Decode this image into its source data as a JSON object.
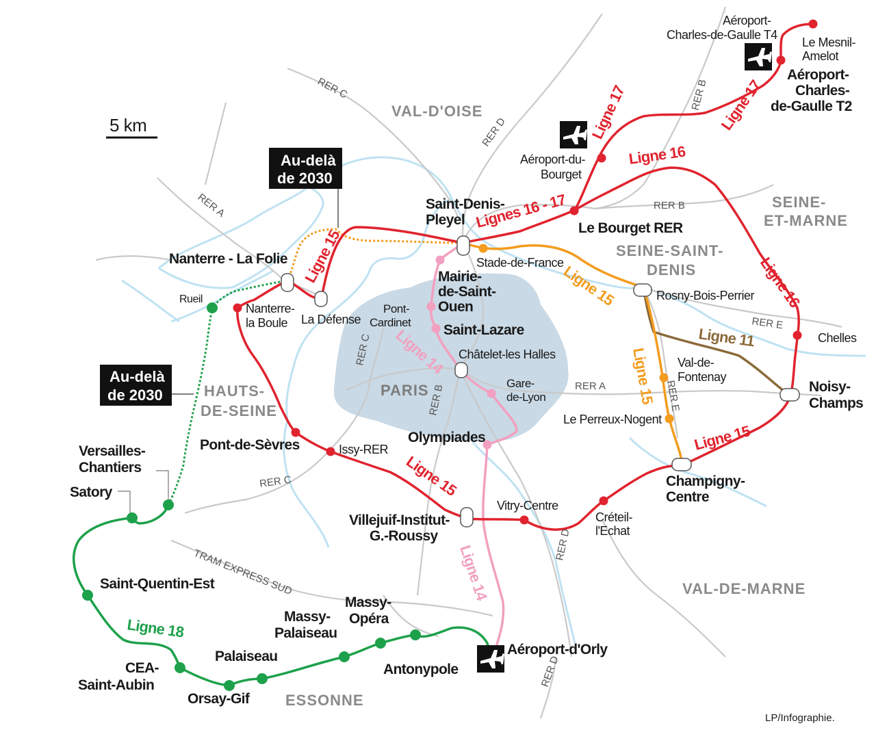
{
  "colors": {
    "ligne15": "#e0232e",
    "ligne15_future": "#f39c1f",
    "ligne16_17": "#e0232e",
    "ligne18": "#1da14b",
    "ligne14": "#f2a0c0",
    "ligne11": "#8b6a3a",
    "rer": "#c9c9c9",
    "seine": "#bfe2f2",
    "paris": "#c9d9e5"
  },
  "scale": {
    "label": "5 km"
  },
  "departments": {
    "val_d_oise": "VAL-D'OISE",
    "seine_et_marne_1": "SEINE-",
    "seine_et_marne_2": "ET-MARNE",
    "seine_saint_denis_1": "SEINE-SAINT-",
    "seine_saint_denis_2": "DENIS",
    "hauts_de_seine_1": "HAUTS-",
    "hauts_de_seine_2": "DE-SEINE",
    "paris": "PARIS",
    "val_de_marne": "VAL-DE-MARNE",
    "essonne": "ESSONNE"
  },
  "rer_labels": {
    "rer_c_north": "RER C",
    "rer_d_north": "RER D",
    "rer_b_north": "RER B",
    "rer_a_west": "RER A",
    "rer_b_east": "RER B",
    "rer_e_east": "RER E",
    "rer_c_paris": "RER C",
    "rer_b_paris": "RER B",
    "rer_a_paris": "RER A",
    "rer_e_south": "RER E",
    "rer_c_south": "RER C",
    "rer_d_south": "RER D",
    "rer_d_mid": "RER D",
    "tram_express": "TRAM EXPRESS SUD"
  },
  "line_labels": {
    "ligne17_a": "Ligne 17",
    "ligne17_b": "Ligne 17",
    "ligne16_a": "Ligne 16",
    "ligne16_b": "Ligne 16",
    "lignes16_17": "Lignes 16 - 17",
    "ligne15_west": "Ligne 15",
    "ligne15_east_orange": "Ligne 15",
    "ligne15_east_vert": "Ligne 15",
    "ligne15_se": "Ligne 15",
    "ligne15_south": "Ligne 15",
    "ligne11": "Ligne 11",
    "ligne14_a": "Ligne 14",
    "ligne14_b": "Ligne 14",
    "ligne18": "Ligne 18"
  },
  "boxes": {
    "box1_line1": "Au-delà",
    "box1_line2": "de 2030",
    "box2_line1": "Au-delà",
    "box2_line2": "de 2030"
  },
  "stations": {
    "cdg_t4_1": "Aéroport-",
    "cdg_t4_2": "Charles-de-Gaulle T4",
    "mesnil_1": "Le Mesnil-",
    "mesnil_2": "Amelot",
    "cdg_t2_1": "Aéroport-",
    "cdg_t2_2": "Charles-",
    "cdg_t2_3": "de-Gaulle T2",
    "bourget_aero_1": "Aéroport-du-",
    "bourget_aero_2": "Bourget",
    "st_denis_1": "Saint-Denis-",
    "st_denis_2": "Pleyel",
    "bourget_rer": "Le Bourget RER",
    "stade": "Stade-de-France",
    "mairie_1": "Mairie-",
    "mairie_2": "de-Saint-",
    "mairie_3": "Ouen",
    "nanterre_folie": "Nanterre - La Folie",
    "rueil": "Rueil",
    "nanterre_boule_1": "Nanterre-",
    "nanterre_boule_2": "la Boule",
    "la_defense": "La Défense",
    "pont_cardinet_1": "Pont-",
    "pont_cardinet_2": "Cardinet",
    "st_lazare": "Saint-Lazare",
    "rosny": "Rosny-Bois-Perrier",
    "chelles": "Chelles",
    "chatelet": "Châtelet-les Halles",
    "val_fontenay_1": "Val-de-",
    "val_fontenay_2": "Fontenay",
    "gare_lyon_1": "Gare-",
    "gare_lyon_2": "de-Lyon",
    "noisy_1": "Noisy-",
    "noisy_2": "Champs",
    "perreux": "Le Perreux-Nogent",
    "pont_sevres": "Pont-de-Sèvres",
    "issy": "Issy-RER",
    "olympiades": "Olympiades",
    "versailles_1": "Versailles-",
    "versailles_2": "Chantiers",
    "satory": "Satory",
    "champigny_1": "Champigny-",
    "champigny_2": "Centre",
    "villejuif_1": "Villejuif-Institut-",
    "villejuif_2": "G.-Roussy",
    "vitry": "Vitry-Centre",
    "creteil_1": "Créteil-",
    "creteil_2": "l'Echat",
    "sqy": "Saint-Quentin-Est",
    "massy_pal_1": "Massy-",
    "massy_pal_2": "Palaiseau",
    "massy_op_1": "Massy-",
    "massy_op_2": "Opéra",
    "cea_1": "CEA-",
    "cea_2": "Saint-Aubin",
    "palaiseau": "Palaiseau",
    "orly": "Aéroport-d'Orly",
    "antonypole": "Antonypole",
    "orsay": "Orsay-Gif"
  },
  "credit": "LP/Infographie."
}
